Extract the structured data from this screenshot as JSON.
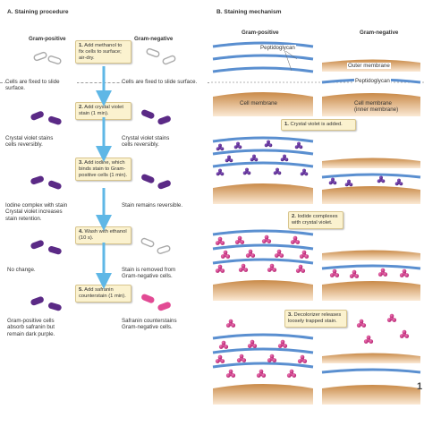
{
  "panel_a": {
    "title": "A. Staining procedure",
    "gram_positive": "Gram-positive",
    "gram_negative": "Gram-negative",
    "steps": [
      {
        "num": "1.",
        "text": "Add methanol to fix cells to surface; air-dry."
      },
      {
        "num": "2.",
        "text": "Add crystal violet stain (1 min)."
      },
      {
        "num": "3.",
        "text": "Add iodine, which binds stain to Gram-positive cells (1 min)."
      },
      {
        "num": "4.",
        "text": "Wash with ethanol (10 s)."
      },
      {
        "num": "5.",
        "text": "Add safranin counterstain (1 min)."
      }
    ],
    "left_notes": [
      "Cells are fixed to slide surface.",
      "Crystal violet stains cells reversibly.",
      "Iodine complex with stain Crystal violet increases stain retention.",
      "No change.",
      "Gram-positive cells absorb safranin but remain dark purple."
    ],
    "right_notes": [
      "Cells are fixed to slide surface.",
      "Crystal violet stains cells reversibly.",
      "Stain remains reversible.",
      "Stain is removed from Gram-negative cells.",
      "Safranin counterstains Gram-negative cells."
    ]
  },
  "panel_b": {
    "title": "B. Staining mechanism",
    "gram_positive": "Gram-positive",
    "gram_negative": "Gram-negative",
    "labels": {
      "peptidoglycan_left": "Peptidoglycan",
      "cell_membrane_left": "Cell membrane",
      "outer_membrane": "Outer membrane",
      "peptidoglycan_right": "Peptidoglycan",
      "cell_membrane_right": "Cell membrane (inner membrane)"
    },
    "steps": [
      {
        "num": "1.",
        "text": "Crystal violet is added."
      },
      {
        "num": "2.",
        "text": "Iodide complexes with crystal violet."
      },
      {
        "num": "3.",
        "text": "Decolorizer releases loosely trapped stain."
      }
    ]
  },
  "page_number": "1",
  "colors": {
    "arrow": "#5fb7e6",
    "purple": "#5b2a86",
    "pink": "#e24a94",
    "magenta": "#c8287c",
    "peptidoglycan": "#5a8fd0",
    "membrane": "#d79a5a",
    "step_box": "#fbf2cf"
  }
}
